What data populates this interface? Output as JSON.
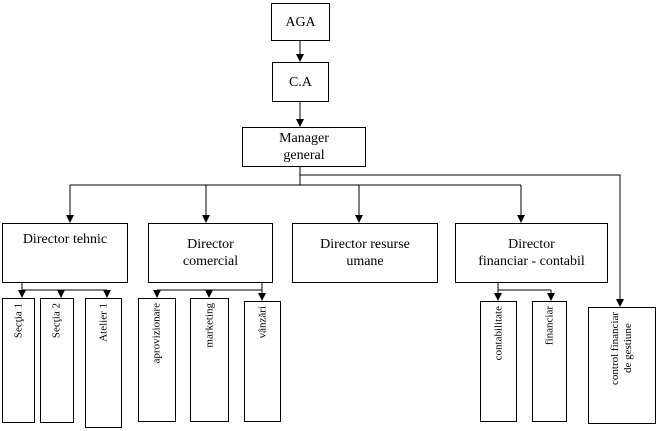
{
  "top": {
    "aga": "AGA",
    "ca": "C.A",
    "manager_line1": "Manager",
    "manager_line2": "general"
  },
  "directors": {
    "tehnic": "Director tehnic",
    "comercial_line1": "Director",
    "comercial_line2": "comercial",
    "resurse_line1": "Director resurse",
    "resurse_line2": "umane",
    "financiar_line1": "Director",
    "financiar_line2": "financiar - contabil"
  },
  "units": {
    "sectia1": "Secţia 1",
    "sectia2": "Secţia 2",
    "atelier1": "Atelier 1",
    "aprovizionare": "aprovizionare",
    "marketing": "marketing",
    "vanzari": "vânzări",
    "contabilitate": "contabilitate",
    "financiar": "financiar",
    "control_line1": "control financiar",
    "control_line2": "de gestiune"
  }
}
